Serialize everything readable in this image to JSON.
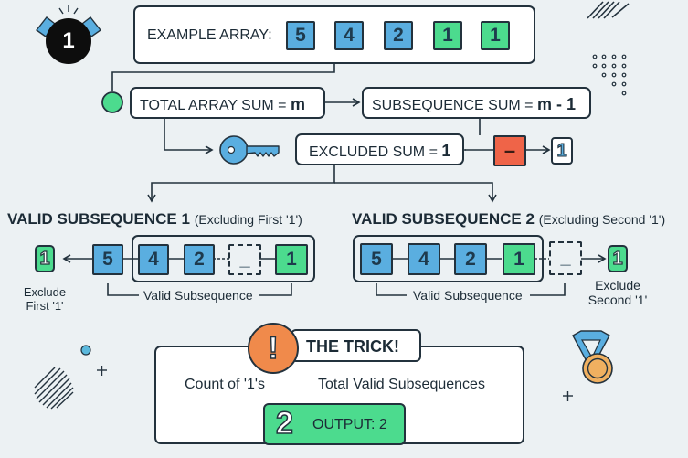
{
  "step_badge": "1",
  "example": {
    "label": "EXAMPLE ARRAY:",
    "values": [
      "5",
      "4",
      "2",
      "1",
      "1"
    ]
  },
  "flow": {
    "total_sum": "TOTAL ARRAY SUM = ",
    "total_sum_var": "m",
    "subseq_sum": "SUBSEQUENCE SUM = ",
    "subseq_sum_var": "m - 1",
    "excluded_sum": "EXCLUDED SUM = ",
    "excluded_sum_val": "1",
    "minus_symbol": "–",
    "result": "1"
  },
  "valid1": {
    "title": "VALID SUBSEQUENCE 1",
    "subtitle": "(Excluding First '1')",
    "excluded": "1",
    "values": [
      "5",
      "4",
      "2",
      "_",
      "1"
    ],
    "note_line1": "Exclude",
    "note_line2": "First '1'",
    "bracket_label": "Valid Subsequence"
  },
  "valid2": {
    "title": "VALID SUBSEQUENCE 2",
    "subtitle": "(Excluding Second '1')",
    "excluded": "1",
    "values": [
      "5",
      "4",
      "2",
      "1",
      "_"
    ],
    "note_line1": "Exclude",
    "note_line2": "Second '1'",
    "bracket_label": "Valid Subsequence"
  },
  "trick": {
    "title": "THE TRICK!",
    "icon": "!",
    "left": "Count of '1's",
    "right": "Total Valid Subsequences",
    "output_digit": "2",
    "output_label": "OUTPUT: 2"
  },
  "colors": {
    "blue": "#5aaee0",
    "green": "#4cdb8e",
    "red": "#ef6448",
    "orange": "#f08a4b",
    "outline": "#23323d",
    "background": "#ecf1f3"
  }
}
